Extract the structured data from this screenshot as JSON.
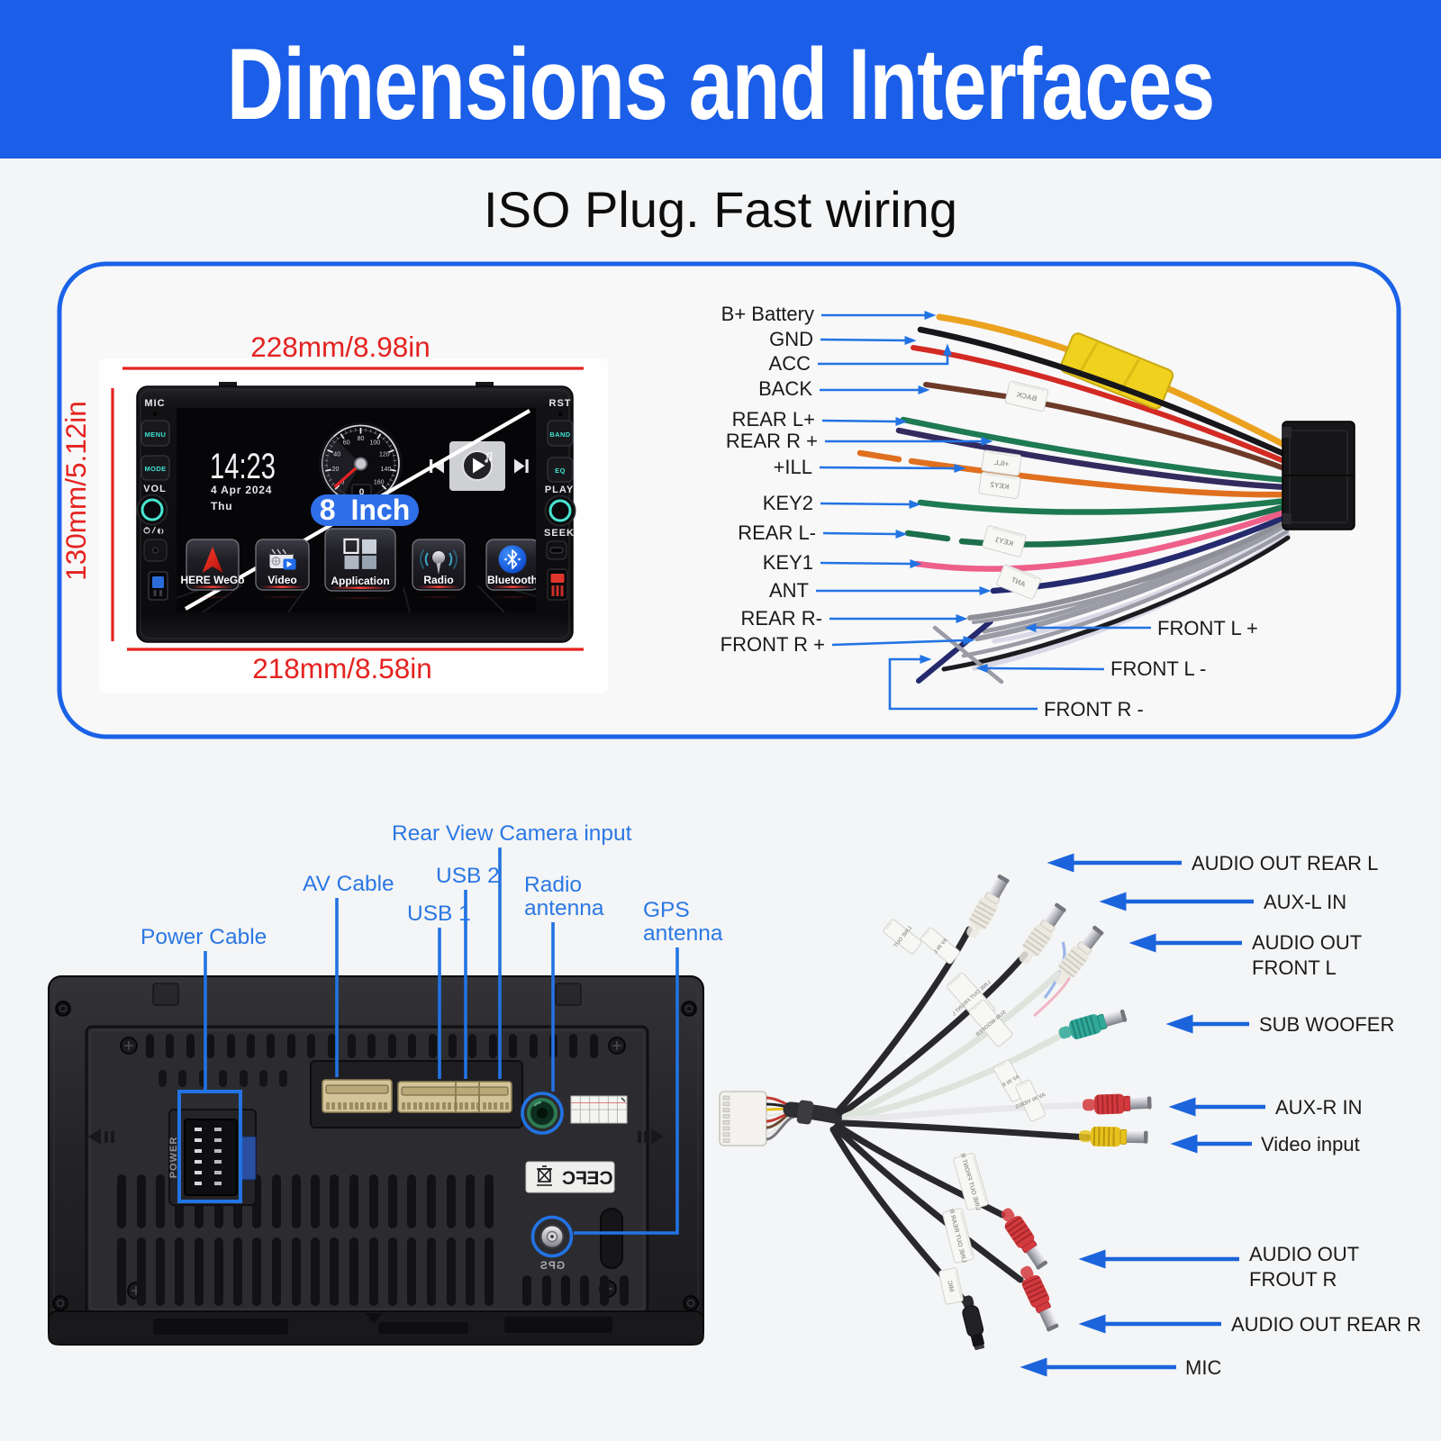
{
  "colors": {
    "banner_blue": "#1b5ee8",
    "box_border_blue": "#1a63e8",
    "annotation_blue": "#2273e3",
    "label_blue": "#2b78e4",
    "dimension_red": "#e42320",
    "arrow_blue": "#1b64dc",
    "text_black": "#1a1a1a",
    "button_teal": "#3fe3cf",
    "badge_blue": "#2f6fe8"
  },
  "header": {
    "title": "Dimensions and Interfaces",
    "subtitle": "ISO Plug. Fast wiring"
  },
  "front_view": {
    "dim_top": "228mm/8.98in",
    "dim_left": "130mm/5.12in",
    "dim_bottom": "218mm/8.58in",
    "badge": "8 Inch",
    "buttons": {
      "mic": "MIC",
      "menu": "MENU",
      "mode": "MODE",
      "vol": "VOL",
      "rst": "RST",
      "band": "BAND",
      "eq": "EQ",
      "play": "PLAY",
      "seek": "SEEK"
    },
    "screen": {
      "time": "14:23",
      "date": "4 Apr 2024",
      "day": "Thu",
      "gauge_ticks": [
        "0",
        "20",
        "40",
        "60",
        "80",
        "100",
        "120",
        "140",
        "160"
      ],
      "gauge_value": "0",
      "apps": [
        "HERE WeGo",
        "Video",
        "Application",
        "Radio",
        "Bluetooth"
      ]
    }
  },
  "iso_harness": {
    "labels": {
      "b_plus": "B+ Battery",
      "gnd": "GND",
      "acc": "ACC",
      "back": "BACK",
      "rear_lp": "REAR L+",
      "rear_rp": "REAR R +",
      "ill": "+ILL",
      "key2": "KEY2",
      "rear_lm": "REAR L-",
      "key1": "KEY1",
      "ant": "ANT",
      "rear_rm": "REAR R-",
      "front_rp": "FRONT R +",
      "front_lp": "FRONT L +",
      "front_lm": "FRONT L -",
      "front_rm": "FRONT R -"
    },
    "tags": {
      "back": "BACK",
      "ill": "+ILL",
      "key2": "KEY2",
      "key1": "KEY1",
      "ant": "ANT"
    },
    "wire_colors": {
      "battery": "#eaa21f",
      "gnd": "#17171b",
      "acc": "#d32a24",
      "back": "#6e3a28",
      "rear_lp": "#1d7a52",
      "rear_rp": "#332a5e",
      "ill": "#e0701f",
      "key2": "#1e7a50",
      "rear_lm": "#1c6f4a",
      "key1": "#ee5f8a",
      "ant": "#252a6e",
      "rear_rm": "#8f8f98",
      "front_gray": "#9b9ba6",
      "front_lm": "#d8d8e6",
      "front_rm": "#1c1c20",
      "tape": "#efd11e"
    }
  },
  "rear_panel": {
    "labels": {
      "power": "Power Cable",
      "av": "AV Cable",
      "usb1": "USB 1",
      "usb2": "USB 2",
      "camera": "Rear View Camera input",
      "radio_line1": "Radio",
      "radio_line2": "antenna",
      "gps_line1": "GPS",
      "gps_line2": "antenna"
    },
    "panel_texts": {
      "power": "POWER",
      "gps": "GPS",
      "ce": "CE",
      "fc": "FC"
    }
  },
  "rca_harness": {
    "labels": {
      "rear_l": "AUDIO OUT REAR L",
      "aux_l": "AUX-L IN",
      "front_l1": "AUDIO OUT",
      "front_l2": "FRONT L",
      "sub": "SUB WOOFER",
      "aux_r": "AUX-R IN",
      "video": "Video input",
      "frout_r1": "AUDIO OUT",
      "frout_r2": "FROUT R",
      "rear_r": "AUDIO OUT REAR R",
      "mic": "MIC"
    },
    "tags": {
      "t1": "LINE OUT",
      "t2": "AV IN L",
      "t3": "LINE OUT FRONT L",
      "t4": "SUB-WOOFER",
      "t5": "AV IN R",
      "t6": "AV IN VIDEO",
      "t7": "LINE OUT FRONT R",
      "t8": "LINE OUT REAR R",
      "t9": "MIC"
    },
    "plug_colors": {
      "white": "#ece9e1",
      "teal": "#31a89a",
      "red": "#d23a3e",
      "yellow": "#e7c21e",
      "black": "#222226"
    }
  }
}
